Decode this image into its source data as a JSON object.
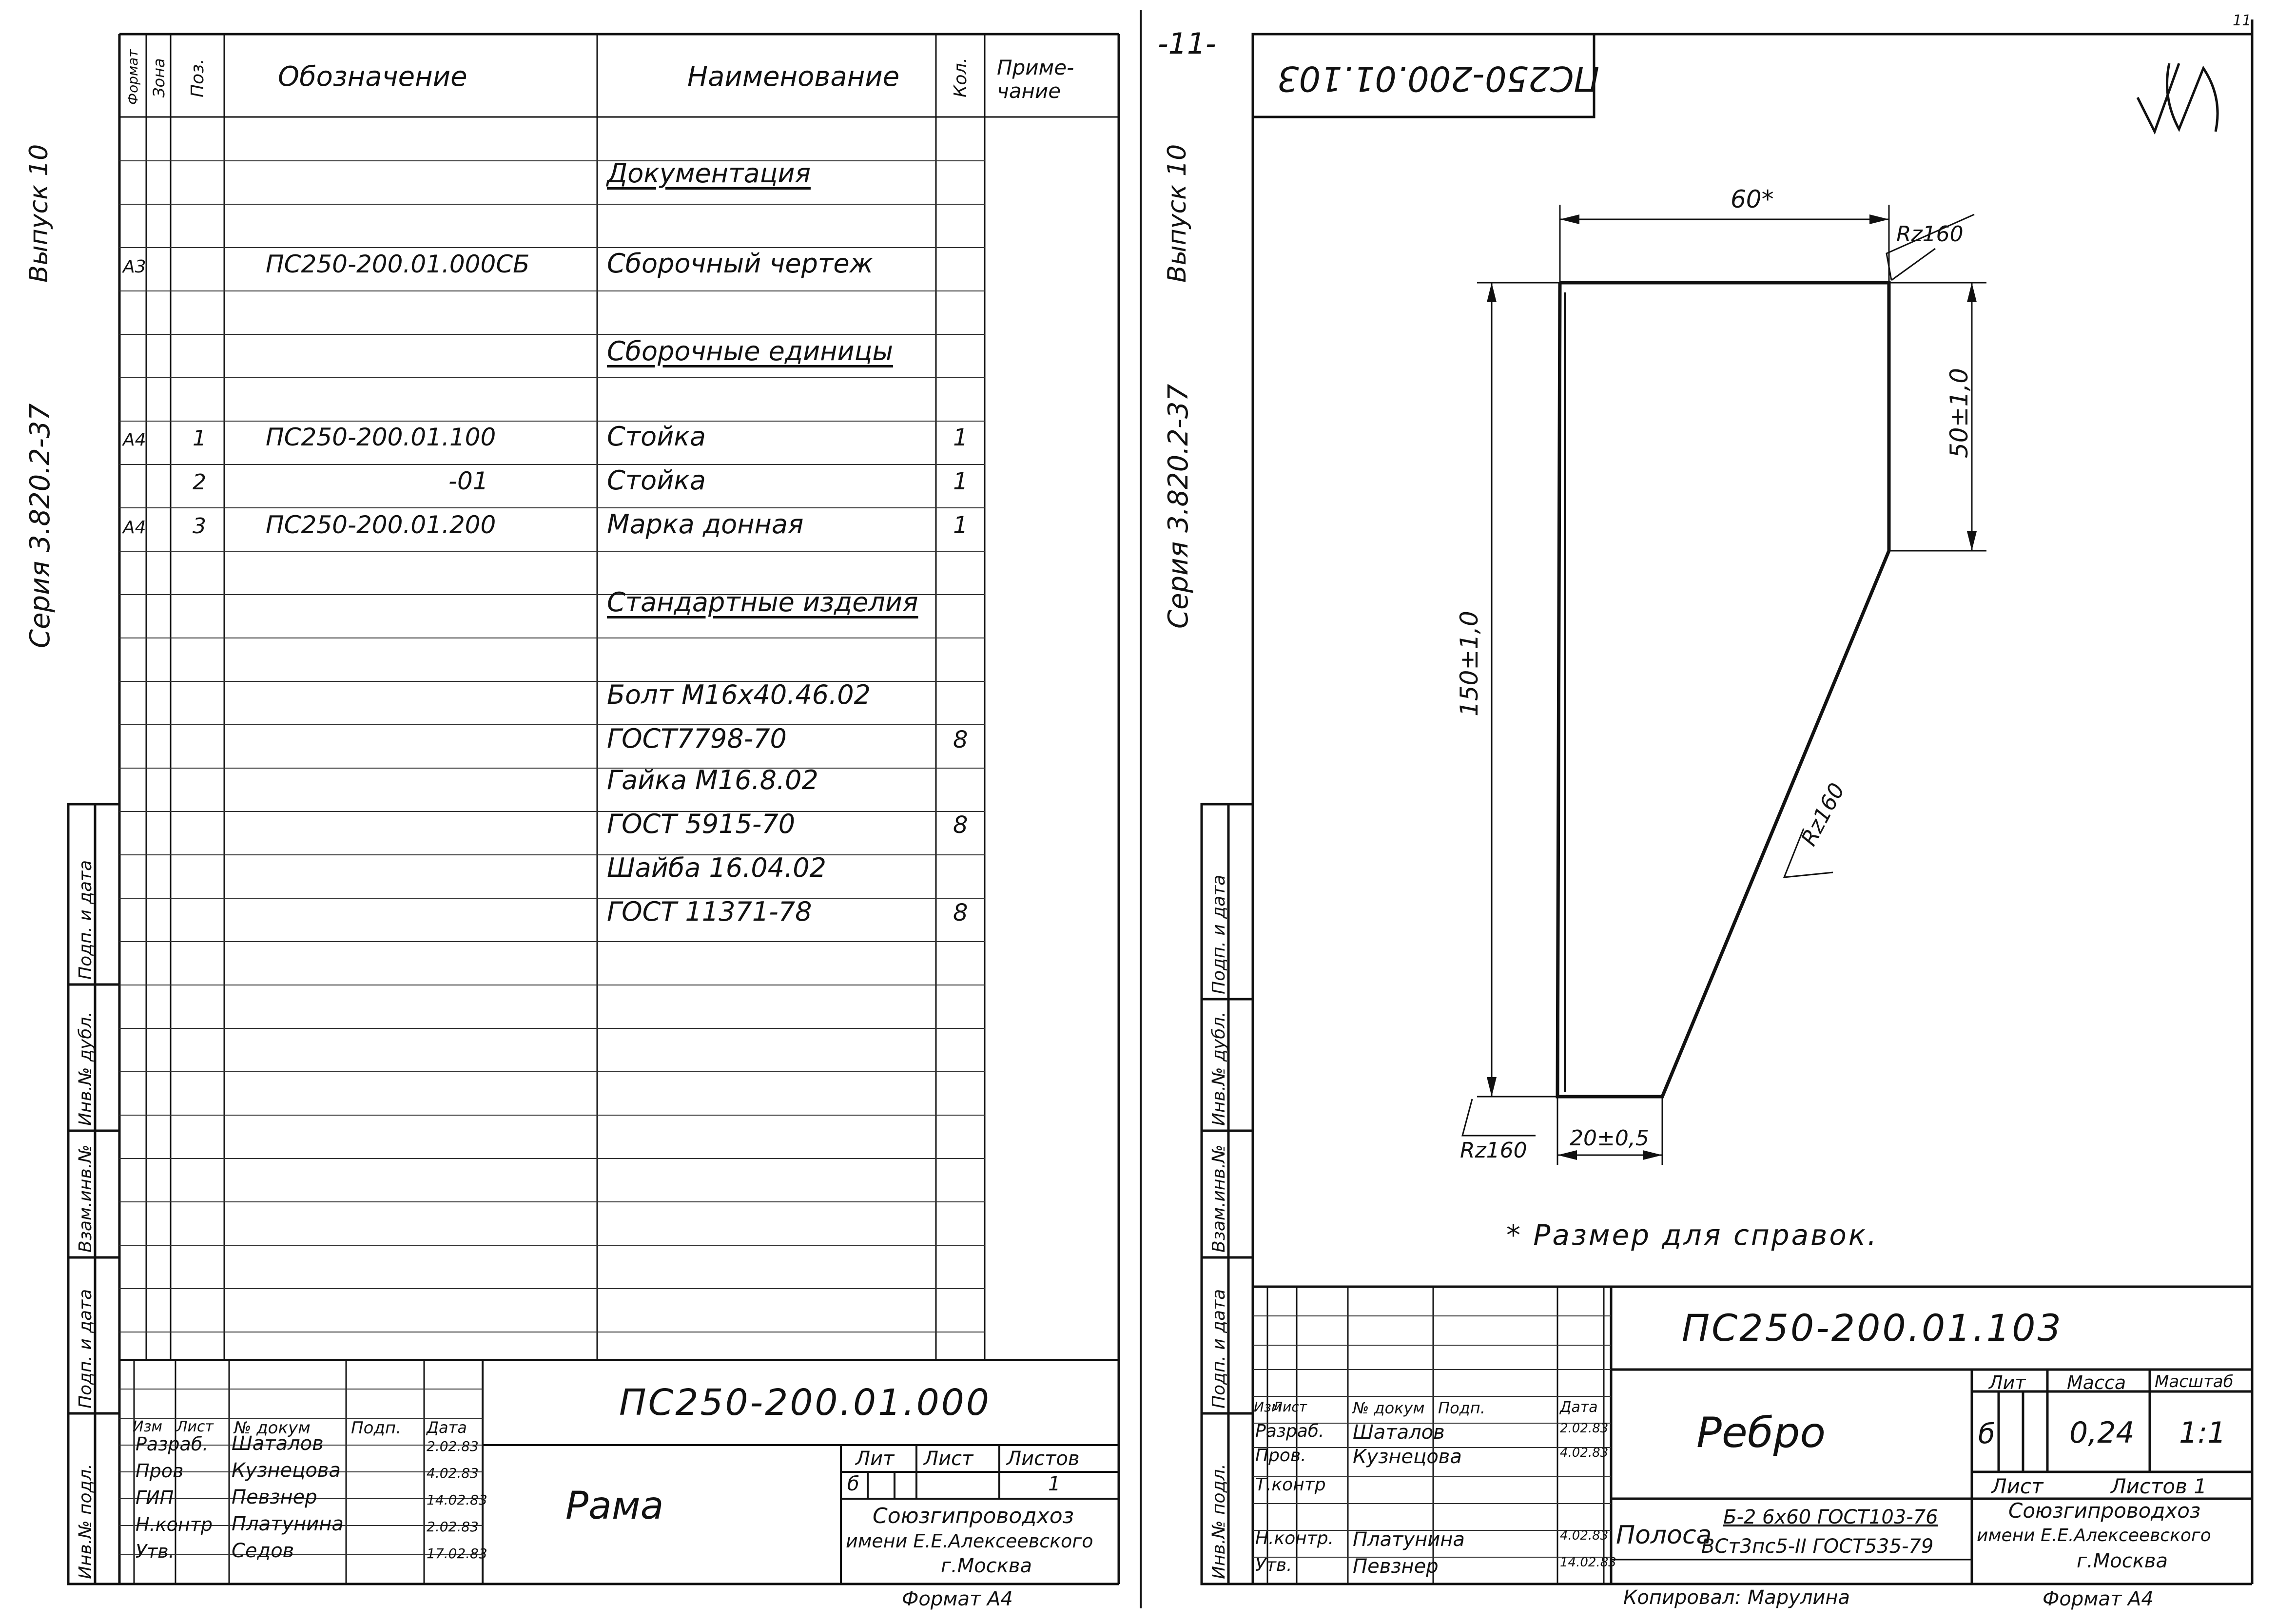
{
  "left_sheet": {
    "margin": {
      "vypusk": "Выпуск 10",
      "seriya": "Серия 3.820.2-37"
    },
    "side_stamp": [
      "Подп. и дата",
      "Инв.№ дубл.",
      "Взам.инв.№",
      "Подп. и дата",
      "Инв.№ подл."
    ],
    "headers": {
      "format": "Формат",
      "zona": "Зона",
      "poz": "Поз.",
      "oboznachenie": "Обозначение",
      "naimenovanie": "Наименование",
      "kol": "Кол.",
      "primechanie": "Приме-\nчание"
    },
    "rows": [
      {
        "format": "",
        "poz": "",
        "obozn": "",
        "naim": "Документация",
        "kol": "",
        "underline": true
      },
      {
        "format": "А3",
        "poz": "",
        "obozn": "ПС250-200.01.000СБ",
        "naim": "Сборочный чертеж",
        "kol": "",
        "underline": false
      },
      {
        "format": "",
        "poz": "",
        "obozn": "",
        "naim": "Сборочные единицы",
        "kol": "",
        "underline": true
      },
      {
        "format": "А4",
        "poz": "1",
        "obozn": "ПС250-200.01.100",
        "naim": "Стойка",
        "kol": "1",
        "underline": false
      },
      {
        "format": "",
        "poz": "2",
        "obozn": "-01",
        "naim": "Стойка",
        "kol": "1",
        "underline": false
      },
      {
        "format": "А4",
        "poz": "3",
        "obozn": "ПС250-200.01.200",
        "naim": "Марка донная",
        "kol": "1",
        "underline": false
      },
      {
        "format": "",
        "poz": "",
        "obozn": "",
        "naim": "Стандартные изделия",
        "kol": "",
        "underline": true
      },
      {
        "format": "",
        "poz": "",
        "obozn": "",
        "naim": "Болт М16х40.46.02",
        "kol": "",
        "underline": false
      },
      {
        "format": "",
        "poz": "",
        "obozn": "",
        "naim": "ГОСТ7798-70",
        "kol": "8",
        "underline": false
      },
      {
        "format": "",
        "poz": "",
        "obozn": "",
        "naim": "Гайка М16.8.02",
        "kol": "",
        "underline": false
      },
      {
        "format": "",
        "poz": "",
        "obozn": "",
        "naim": "ГОСТ 5915-70",
        "kol": "8",
        "underline": false
      },
      {
        "format": "",
        "poz": "",
        "obozn": "",
        "naim": "Шайба 16.04.02",
        "kol": "",
        "underline": false
      },
      {
        "format": "",
        "poz": "",
        "obozn": "",
        "naim": "ГОСТ 11371-78",
        "kol": "8",
        "underline": false
      }
    ],
    "title_block": {
      "designation": "ПС250-200.01.000",
      "name": "Рама",
      "headers": [
        "Изм",
        "Лист",
        "№ докум",
        "Подп.",
        "Дата"
      ],
      "roles": [
        {
          "role": "Разраб.",
          "person": "Шаталов",
          "date": "2.02.83"
        },
        {
          "role": "Пров",
          "person": "Кузнецова",
          "date": "4.02.83"
        },
        {
          "role": "ГИП",
          "person": "Певзнер",
          "date": "14.02.83"
        },
        {
          "role": "Н.контр",
          "person": "Платунина",
          "date": "2.02.83"
        },
        {
          "role": "Утв.",
          "person": "Седов",
          "date": "17.02.83"
        }
      ],
      "lit_label": "Лит",
      "list_label": "Лист",
      "listov_label": "Листов",
      "lit": "б",
      "listov": "1",
      "org": [
        "Союзгипроводхоз",
        "имени Е.Е.Алексеевского",
        "г.Москва"
      ],
      "format": "Формат А4"
    }
  },
  "right_sheet": {
    "page_number": "-11-",
    "corner_number": "11",
    "margin": {
      "vypusk": "Выпуск 10",
      "seriya": "Серия 3.820.2-37"
    },
    "side_stamp": [
      "Подп. и дата",
      "Инв.№ дубл.",
      "Взам.инв.№",
      "Подп. и дата",
      "Инв.№ подл."
    ],
    "top_stamp_mirrored": "ПС250-200.01.103",
    "roughness_mark": "√(√)",
    "drawing": {
      "dim_top": "60*",
      "dim_right": "50±1,0",
      "dim_left": "150±1,0",
      "dim_bottom": "20±0,5",
      "rz_top": "Rz160",
      "rz_diag": "Rz160",
      "rz_bottom": "Rz160"
    },
    "note": "* Размер для справок.",
    "title_block": {
      "designation": "ПС250-200.01.103",
      "name": "Ребро",
      "headers": [
        "Изм",
        "Лист",
        "№ докум",
        "Подп.",
        "Дата"
      ],
      "roles": [
        {
          "role": "Разраб.",
          "person": "Шаталов",
          "date": "2.02.83"
        },
        {
          "role": "Пров.",
          "person": "Кузнецова",
          "date": "4.02.83"
        },
        {
          "role": "Т.контр",
          "person": "",
          "date": ""
        },
        {
          "role": "",
          "person": "",
          "date": ""
        },
        {
          "role": "Н.контр.",
          "person": "Платунина",
          "date": "4.02.83"
        },
        {
          "role": "Утв.",
          "person": "Певзнер",
          "date": "14.02.83"
        }
      ],
      "lit_label": "Лит",
      "massa_label": "Масса",
      "masshtab_label": "Масштаб",
      "lit": "б",
      "massa": "0,24",
      "masshtab": "1:1",
      "list_label": "Лист",
      "listov_label": "Листов 1",
      "material_prefix": "Полоса",
      "material_top": "Б-2 6х60 ГОСТ103-76",
      "material_bottom": "ВСт3пс5-II ГОСТ535-79",
      "org": [
        "Союзгипроводхоз",
        "имени Е.Е.Алексеевского",
        "г.Москва"
      ],
      "copied": "Копировал: Марулина",
      "format": "Формат А4"
    }
  }
}
